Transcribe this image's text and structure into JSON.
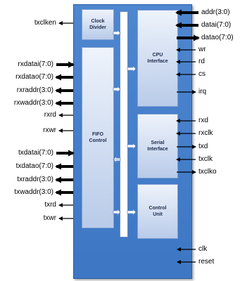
{
  "blocks": {
    "clock_divider": "Clock\nDivider",
    "fifo_control": "FIFO\nControl",
    "cpu_interface": "CPU\nInterface",
    "serial_interface": "Serial\nInterface",
    "control_unit": "Control\nUnit"
  },
  "left_signals": [
    {
      "label": "txclken",
      "dir": "out",
      "width": "thin"
    },
    {
      "label": "rxdatai(7:0)",
      "dir": "in",
      "width": "bus"
    },
    {
      "label": "rxdatao(7:0)",
      "dir": "out",
      "width": "bus"
    },
    {
      "label": "rxraddr(3:0)",
      "dir": "out",
      "width": "bus"
    },
    {
      "label": "rxwaddr(3:0)",
      "dir": "out",
      "width": "bus"
    },
    {
      "label": "rxrd",
      "dir": "out",
      "width": "thin"
    },
    {
      "label": "rxwr",
      "dir": "out",
      "width": "thin"
    },
    {
      "label": "txdatai(7:0)",
      "dir": "in",
      "width": "bus"
    },
    {
      "label": "txdatao(7:0)",
      "dir": "out",
      "width": "bus"
    },
    {
      "label": "txraddr(3:0)",
      "dir": "out",
      "width": "bus"
    },
    {
      "label": "txwaddr(3:0)",
      "dir": "out",
      "width": "bus"
    },
    {
      "label": "txrd",
      "dir": "out",
      "width": "thin"
    },
    {
      "label": "txwr",
      "dir": "out",
      "width": "thin"
    }
  ],
  "right_signals": [
    {
      "label": "addr(3:0)",
      "dir": "in",
      "width": "bus"
    },
    {
      "label": "datai(7:0)",
      "dir": "in",
      "width": "bus"
    },
    {
      "label": "datao(7:0)",
      "dir": "out",
      "width": "bus"
    },
    {
      "label": "wr",
      "dir": "in",
      "width": "thin"
    },
    {
      "label": "rd",
      "dir": "in",
      "width": "thin"
    },
    {
      "label": "cs",
      "dir": "in",
      "width": "thin"
    },
    {
      "label": "irq",
      "dir": "out",
      "width": "thin"
    },
    {
      "label": "rxd",
      "dir": "in",
      "width": "thin"
    },
    {
      "label": "rxclk",
      "dir": "in",
      "width": "thin"
    },
    {
      "label": "txd",
      "dir": "out",
      "width": "thin"
    },
    {
      "label": "txclk",
      "dir": "in",
      "width": "thin"
    },
    {
      "label": "txclko",
      "dir": "out",
      "width": "thin"
    },
    {
      "label": "clk",
      "dir": "in",
      "width": "thin"
    },
    {
      "label": "reset",
      "dir": "in",
      "width": "thin"
    }
  ]
}
